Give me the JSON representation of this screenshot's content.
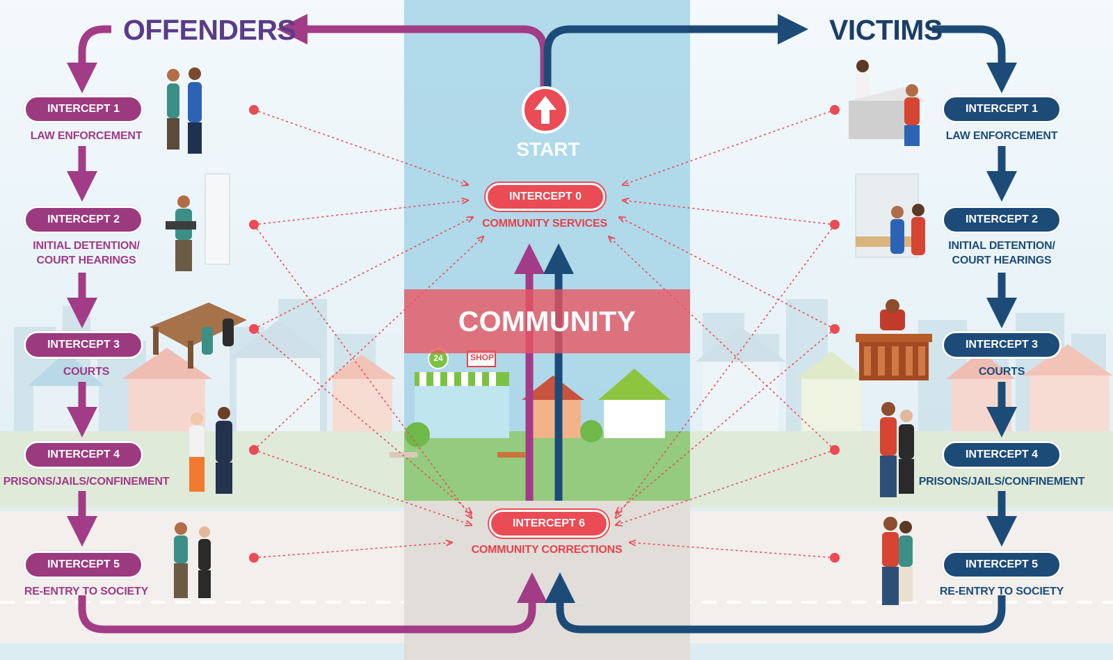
{
  "titles": {
    "offenders": "OFFENDERS",
    "victims": "VICTIMS"
  },
  "start_label": "START",
  "community_label": "COMMUNITY",
  "offenders": [
    {
      "intercept": "INTERCEPT 1",
      "label": "LAW ENFORCEMENT"
    },
    {
      "intercept": "INTERCEPT 2",
      "label": "INITIAL DETENTION/\nCOURT HEARINGS"
    },
    {
      "intercept": "INTERCEPT 3",
      "label": "COURTS"
    },
    {
      "intercept": "INTERCEPT 4",
      "label": "PRISONS/JAILS/CONFINEMENT"
    },
    {
      "intercept": "INTERCEPT 5",
      "label": "RE-ENTRY TO SOCIETY"
    }
  ],
  "victims": [
    {
      "intercept": "INTERCEPT 1",
      "label": "LAW ENFORCEMENT"
    },
    {
      "intercept": "INTERCEPT 2",
      "label": "INITIAL DETENTION/\nCOURT HEARINGS"
    },
    {
      "intercept": "INTERCEPT 3",
      "label": "COURTS"
    },
    {
      "intercept": "INTERCEPT 4",
      "label": "PRISONS/JAILS/CONFINEMENT"
    },
    {
      "intercept": "INTERCEPT 5",
      "label": "RE-ENTRY TO SOCIETY"
    }
  ],
  "community_intercepts": {
    "top": {
      "intercept": "INTERCEPT 0",
      "label": "COMMUNITY SERVICES"
    },
    "bottom": {
      "intercept": "INTERCEPT 6",
      "label": "COMMUNITY CORRECTIONS"
    }
  },
  "shop_sign": "SHOP",
  "store_number": "24",
  "colors": {
    "offenders": "#9c3a7f",
    "victims": "#1d4b78",
    "community": "#ea4b55",
    "center_band": "#9fd1e6"
  }
}
